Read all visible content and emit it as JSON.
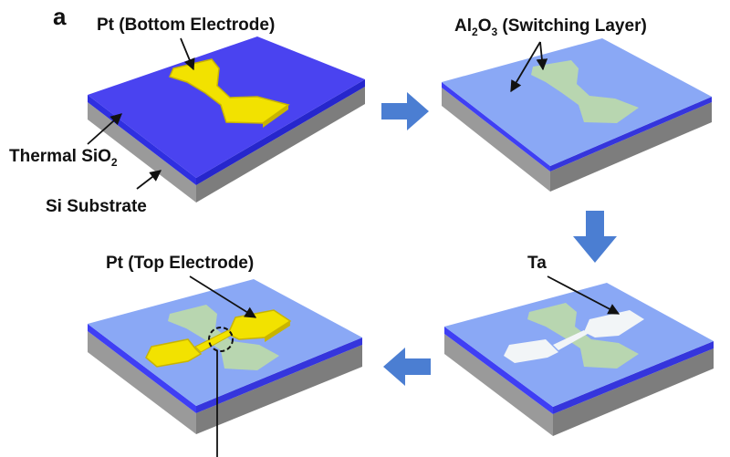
{
  "panel_letter": "a",
  "labels": {
    "bottom_electrode": "Pt (Bottom Electrode)",
    "switching_layer": {
      "prefix": "Al",
      "sub1": "2",
      "mid": "O",
      "sub2": "3",
      "suffix": " (Switching Layer)"
    },
    "thermal_sio2": {
      "prefix": "Thermal SiO",
      "sub": "2"
    },
    "substrate": "Si Substrate",
    "top_electrode": "Pt (Top Electrode)",
    "ta": "Ta"
  },
  "colors": {
    "thermal_oxide": "#4a43f0",
    "switching_layer_top": "#8aa8f5",
    "oxide_edge": "#3f3ff4",
    "substrate_side": "#8a8a8a",
    "pt_electrode": "#f2e200",
    "pt_edge": "#c8b400",
    "covered_electrode": "#b8d6b0",
    "ta_electrode": "#f2f5f7",
    "arrow": "#4b7ed2"
  }
}
